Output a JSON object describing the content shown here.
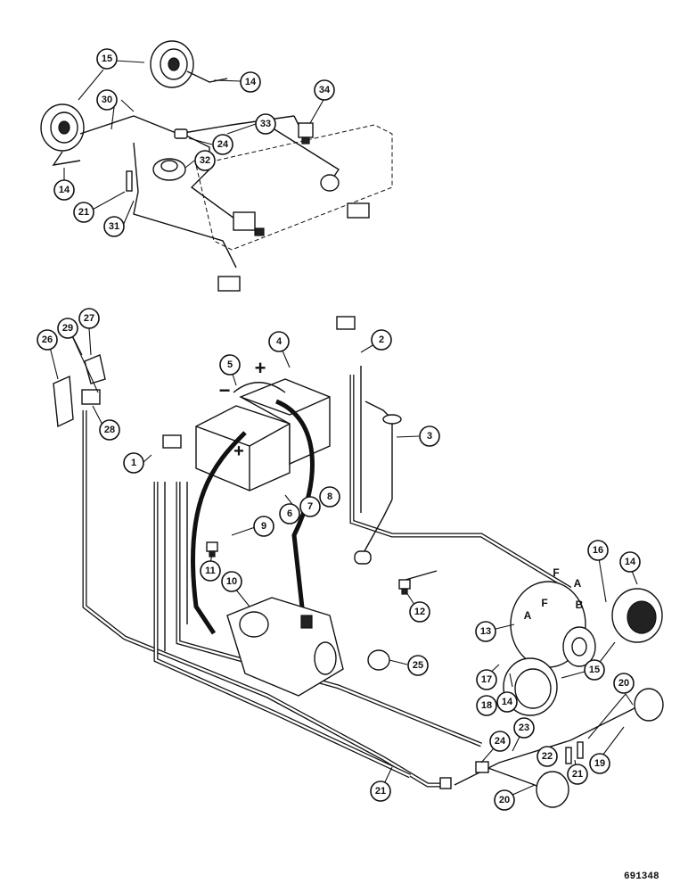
{
  "figure_code": "691348",
  "battery_signs": {
    "positive": "+",
    "negative": "−"
  },
  "alternator_terminals": [
    "F",
    "A",
    "B",
    "A",
    "F"
  ],
  "callouts": [
    "15",
    "14",
    "30",
    "24",
    "33",
    "34",
    "32",
    "14",
    "21",
    "31",
    "27",
    "29",
    "26",
    "28",
    "5",
    "4",
    "2",
    "3",
    "1",
    "9",
    "6",
    "7",
    "8",
    "11",
    "10",
    "12",
    "16",
    "14",
    "13",
    "17",
    "18",
    "14",
    "15",
    "25",
    "20",
    "23",
    "24",
    "22",
    "21",
    "19",
    "21",
    "20"
  ]
}
